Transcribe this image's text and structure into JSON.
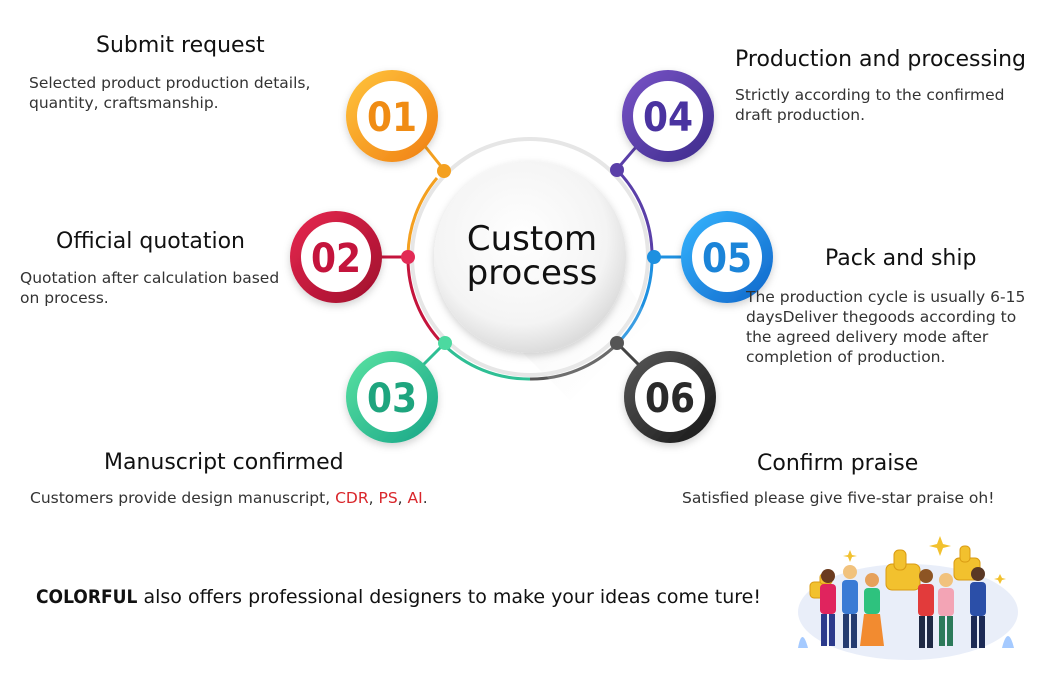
{
  "center": {
    "line1": "Custom",
    "line2": "process"
  },
  "steps": [
    {
      "num": "01",
      "title": "Submit request",
      "desc": "Selected product production details, quantity, craftsmanship.",
      "color": "#f4a020"
    },
    {
      "num": "02",
      "title": "Official quotation",
      "desc": "Quotation after calculation based on process.",
      "color": "#c4143c"
    },
    {
      "num": "03",
      "title": "Manuscript confirmed",
      "desc_prefix": "Customers provide design manuscript, ",
      "desc_parts": [
        "CDR",
        "PS",
        "AI"
      ],
      "color": "#2fbf94"
    },
    {
      "num": "04",
      "title": "Production and processing",
      "desc": "Strictly according to the confirmed draft production.",
      "color": "#5a3fa8"
    },
    {
      "num": "05",
      "title": "Pack and ship",
      "desc": "The production cycle is usually 6-15 daysDeliver thegoods according to the agreed delivery mode after completion of production.",
      "color": "#1e90e0"
    },
    {
      "num": "06",
      "title": "Confirm praise",
      "desc": "Satisfied please give five-star praise oh!",
      "color": "#3a3a3a"
    }
  ],
  "footer": {
    "brand": "COLORFUL",
    "text": " also offers professional designers to make your ideas come ture!"
  },
  "colors": {
    "accent_red": "#d9262b"
  },
  "illustration": {
    "icon": "team-thumbs-up-illustration"
  }
}
